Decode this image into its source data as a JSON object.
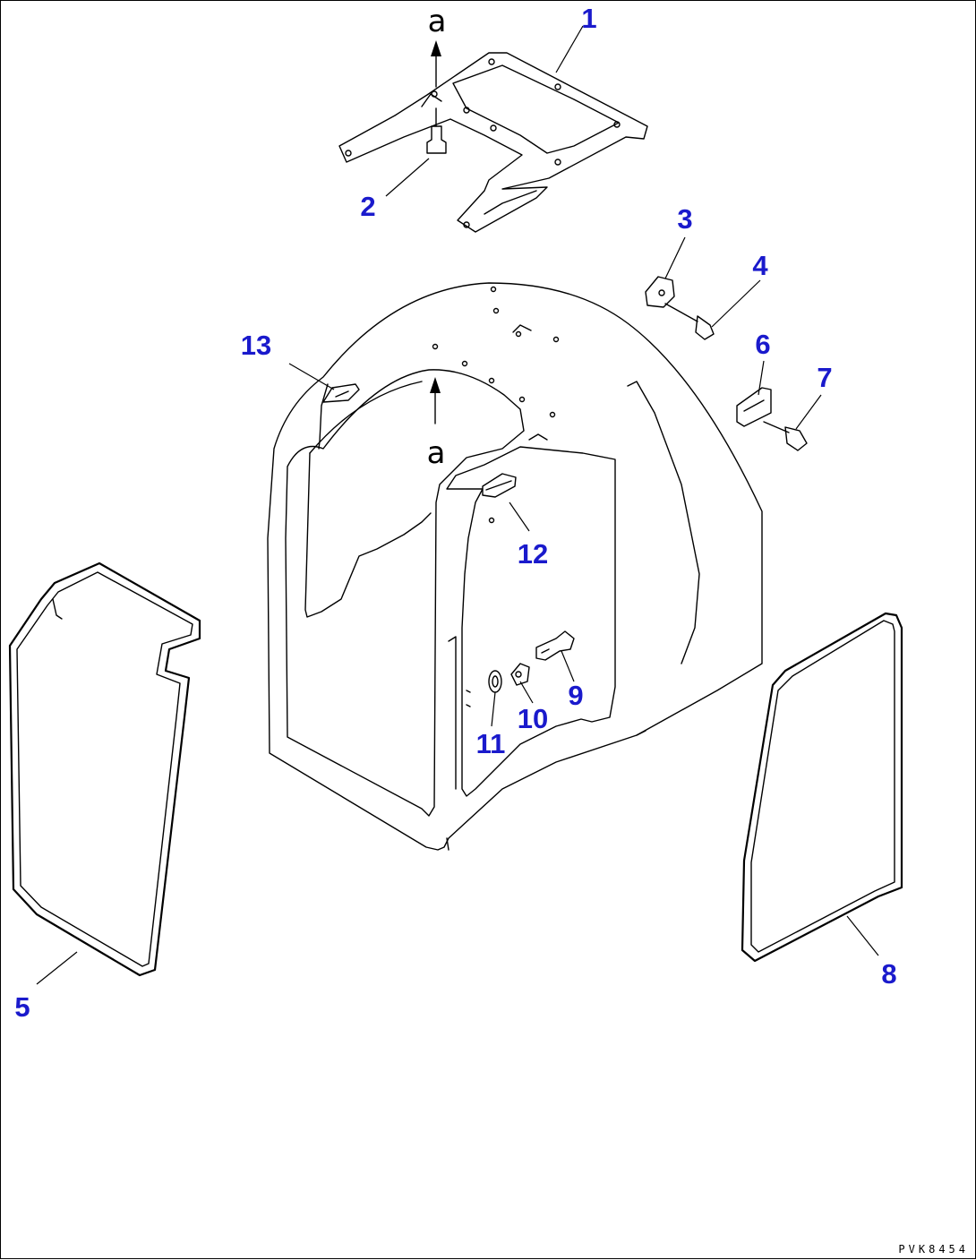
{
  "callouts": [
    {
      "id": "1",
      "label": "1"
    },
    {
      "id": "2",
      "label": "2"
    },
    {
      "id": "3",
      "label": "3"
    },
    {
      "id": "4",
      "label": "4"
    },
    {
      "id": "5",
      "label": "5"
    },
    {
      "id": "6",
      "label": "6"
    },
    {
      "id": "7",
      "label": "7"
    },
    {
      "id": "8",
      "label": "8"
    },
    {
      "id": "9",
      "label": "9"
    },
    {
      "id": "10",
      "label": "10"
    },
    {
      "id": "11",
      "label": "11"
    },
    {
      "id": "12",
      "label": "12"
    },
    {
      "id": "13",
      "label": "13"
    }
  ],
  "reference_marks": {
    "upper": "a",
    "lower": "a"
  },
  "drawing_code": "PVK8454",
  "colors": {
    "callout": "#1a1acc",
    "line": "#000000",
    "background": "#ffffff"
  }
}
